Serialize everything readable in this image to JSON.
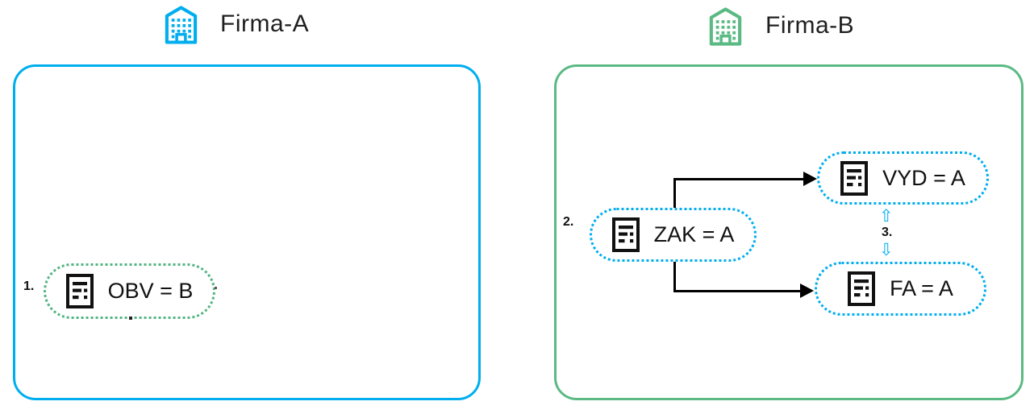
{
  "companies": [
    {
      "name": "Firma-A",
      "accent": "#00AEEF"
    },
    {
      "name": "Firma-B",
      "accent": "#5BBA84"
    }
  ],
  "nodes": {
    "obv": {
      "step": "1.",
      "label": "OBV = B"
    },
    "zak": {
      "step": "2.",
      "label": "ZAK = A"
    },
    "vyd": {
      "label": "VYD = A"
    },
    "fa": {
      "label": "FA = A"
    }
  },
  "relation": {
    "step": "3.",
    "up_arrow": "⇧",
    "down_arrow": "⇩"
  },
  "colors": {
    "company_a_accent": "#00AEEF",
    "company_b_accent": "#5BBA84",
    "node_border_green": "#53B483",
    "node_border_blue": "#00AEEF",
    "connector": "#000000",
    "text": "#1a1a1a"
  }
}
